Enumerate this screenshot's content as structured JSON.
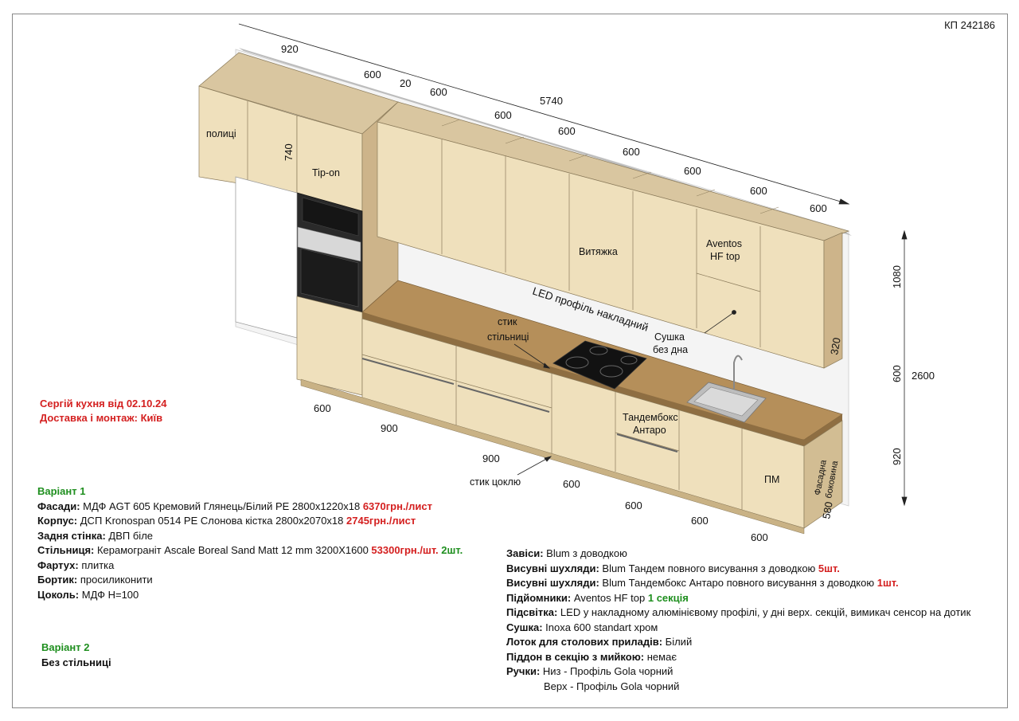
{
  "doc_number": "КП 242186",
  "drawing": {
    "dims": {
      "top_width_920": "920",
      "top_600_a": "600",
      "top_20": "20",
      "top_600_b": "600",
      "total_5740": "5740",
      "wall_600_1": "600",
      "wall_600_2": "600",
      "wall_600_3": "600",
      "wall_600_4": "600",
      "wall_600_5": "600",
      "wall_600_6": "600",
      "h_740": "740",
      "h_1080": "1080",
      "h_600": "600",
      "h_2600": "2600",
      "h_920": "920",
      "depth_320": "320",
      "depth_580": "580",
      "base_600_a": "600",
      "base_900_a": "900",
      "base_900_b": "900",
      "base_600_b": "600",
      "base_600_c": "600",
      "base_600_d": "600",
      "base_600_e": "600"
    },
    "labels": {
      "shelves": "полиці",
      "tip_on": "Tip-on",
      "hood": "Витяжка",
      "aventos_1": "Aventos",
      "aventos_2": "HF top",
      "led_profile": "LED профіль накладний",
      "dryer_1": "Сушка",
      "dryer_2": "без дна",
      "joint_1": "стик",
      "joint_2": "стільниці",
      "tandembox_1": "Тандембокс",
      "tandembox_2": "Антаро",
      "plinth_joint": "стик цоклю",
      "dishwasher": "ПМ",
      "side_facade_1": "Фасадна",
      "side_facade_2": "боковина"
    }
  },
  "order": {
    "line1": "Сергій кухня від 02.10.24",
    "line2": "Доставка і монтаж: Київ"
  },
  "variant1": {
    "title": "Варіант 1",
    "rows": [
      {
        "label": "Фасади:",
        "text": " МДФ AGT 605 Кремовий Глянець/Білий PE 2800x1220x18 ",
        "price": "6370грн./лист",
        "extra": ""
      },
      {
        "label": "Корпус:",
        "text": " ДСП Kronospan 0514 PE Слонова кістка 2800x2070x18 ",
        "price": "2745грн./лист",
        "extra": ""
      },
      {
        "label": "Задня стінка:",
        "text": " ДВП біле",
        "price": "",
        "extra": ""
      },
      {
        "label": "Стільниця:",
        "text": " Керамограніт Ascale Boreal Sand Matt 12 mm 3200X1600 ",
        "price": "53300грн./шт.",
        "extra": " 2шт."
      },
      {
        "label": "Фартух:",
        "text": " плитка",
        "price": "",
        "extra": ""
      },
      {
        "label": "Бортик:",
        "text": " просиликонити",
        "price": "",
        "extra": ""
      },
      {
        "label": "Цоколь:",
        "text": " МДФ Н=100",
        "price": "",
        "extra": ""
      }
    ]
  },
  "variant2": {
    "title": "Варіант 2",
    "text": "Без стільниці"
  },
  "hardware": [
    {
      "label": "Завіси:",
      "text": " Blum з доводкою",
      "extra": ""
    },
    {
      "label": "Висувні шухляди:",
      "text": " Blum Тандем повного висування з доводкою ",
      "extra": "5шт."
    },
    {
      "label": "Висувні шухляди:",
      "text": " Blum Тандембокс Антаро повного висування з доводкою ",
      "extra": "1шт."
    },
    {
      "label": "Підйомники:",
      "text": " Aventos HF top ",
      "extra": "1 секція"
    },
    {
      "label": "Підсвітка:",
      "text": " LED у накладному алюмінієвому профілі, у дні верх. секцій, вимикач сенсор на дотик",
      "extra": ""
    },
    {
      "label": "Сушка:",
      "text": " Inoxa 600 standart хром",
      "extra": ""
    },
    {
      "label": "Лоток для столових приладів:",
      "text": " Білий",
      "extra": ""
    },
    {
      "label": "Піддон в секцію з мийкою:",
      "text": " немає",
      "extra": ""
    },
    {
      "label": "Ручки:",
      "text": " Низ - Профіль Gola чорний",
      "extra": ""
    }
  ],
  "handles_top": "Верх - Профіль Gola чорний",
  "colors": {
    "facade": "#ecdcb4",
    "carcass": "#d8c39a",
    "worktop": "#b8915c",
    "red": "#d42020",
    "green": "#1f8f1f"
  }
}
